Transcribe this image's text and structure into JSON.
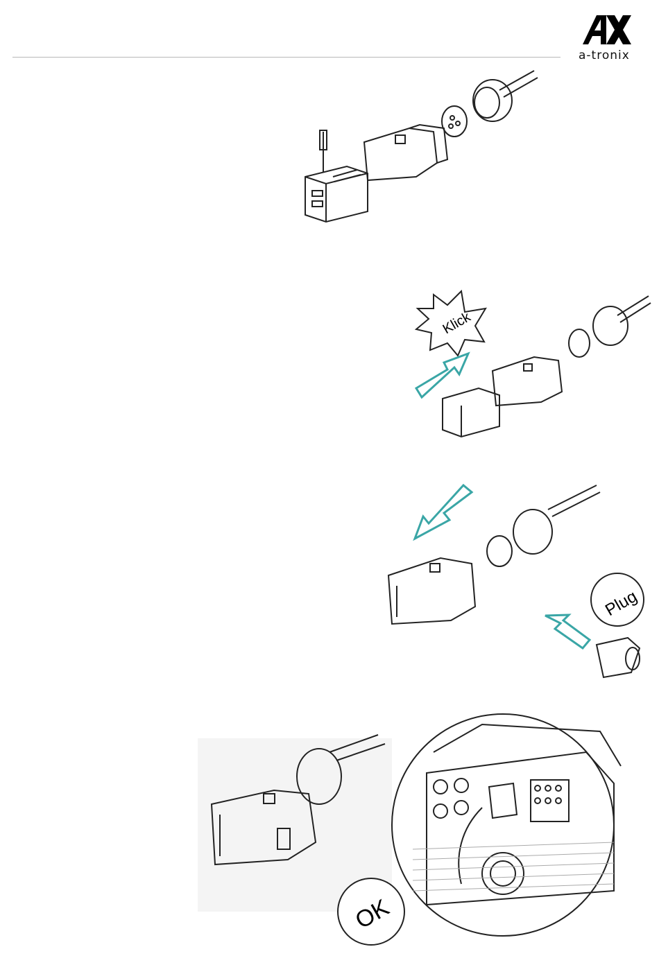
{
  "brand": {
    "logo_text": "a-tronix",
    "color": "#000000"
  },
  "colors": {
    "arrow": "#3aa6a6",
    "line": "#222222"
  },
  "figures": {
    "fig1": {
      "icon": "connector-assembly-screwdriver"
    },
    "fig2": {
      "badge_text": "Klick",
      "icon": "connector-insert-klick"
    },
    "fig3": {
      "badge_text": "Plug",
      "icon": "connector-slide-with-plug"
    },
    "fig4": {
      "badge_text": "OK",
      "icon": "connector-mounted-on-inverter"
    }
  }
}
